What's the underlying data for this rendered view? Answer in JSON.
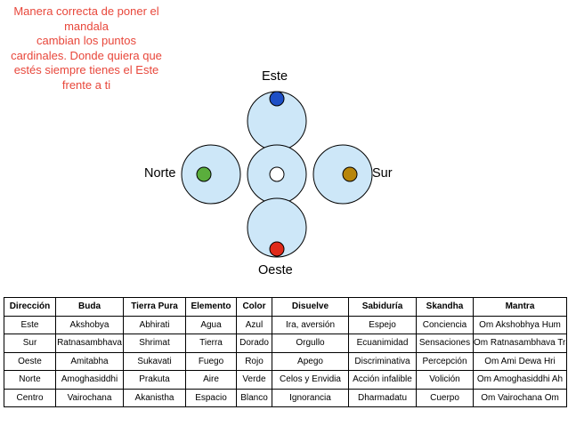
{
  "note": "Manera correcta de poner el\nmandala\ncambian los puntos\ncardinales. Donde quiera que\nestés siempre tienes el Este\nfrente a ti",
  "diagram": {
    "labels": {
      "north": "Norte",
      "south": "Sur",
      "east": "Este",
      "west": "Oeste"
    },
    "circle_fill": "#cde7f8",
    "colors": {
      "east": "#1d4fc6",
      "north": "#5aae3c",
      "south": "#b8860b",
      "west": "#e02a1a",
      "center": "#ffffff"
    }
  },
  "table": {
    "headers": [
      "Dirección",
      "Buda",
      "Tierra Pura",
      "Elemento",
      "Color",
      "Disuelve",
      "Sabiduría",
      "Skandha",
      "Mantra"
    ],
    "rows": [
      [
        "Este",
        "Akshobya",
        "Abhirati",
        "Agua",
        "Azul",
        "Ira, aversión",
        "Espejo",
        "Conciencia",
        "Om Akshobhya Hum"
      ],
      [
        "Sur",
        "Ratnasambhava",
        "Shrimat",
        "Tierra",
        "Dorado",
        "Orgullo",
        "Ecuanimidad",
        "Sensaciones",
        "Om Ratnasambhava Tram"
      ],
      [
        "Oeste",
        "Amitabha",
        "Sukavati",
        "Fuego",
        "Rojo",
        "Apego",
        "Discriminativa",
        "Percepción",
        "Om Ami Dewa Hri"
      ],
      [
        "Norte",
        "Amoghasiddhi",
        "Prakuta",
        "Aire",
        "Verde",
        "Celos y Envidia",
        "Acción infalible",
        "Volición",
        "Om Amoghasiddhi Ah"
      ],
      [
        "Centro",
        "Vairochana",
        "Akanistha",
        "Espacio",
        "Blanco",
        "Ignorancia",
        "Dharmadatu",
        "Cuerpo",
        "Om Vairochana Om"
      ]
    ]
  }
}
